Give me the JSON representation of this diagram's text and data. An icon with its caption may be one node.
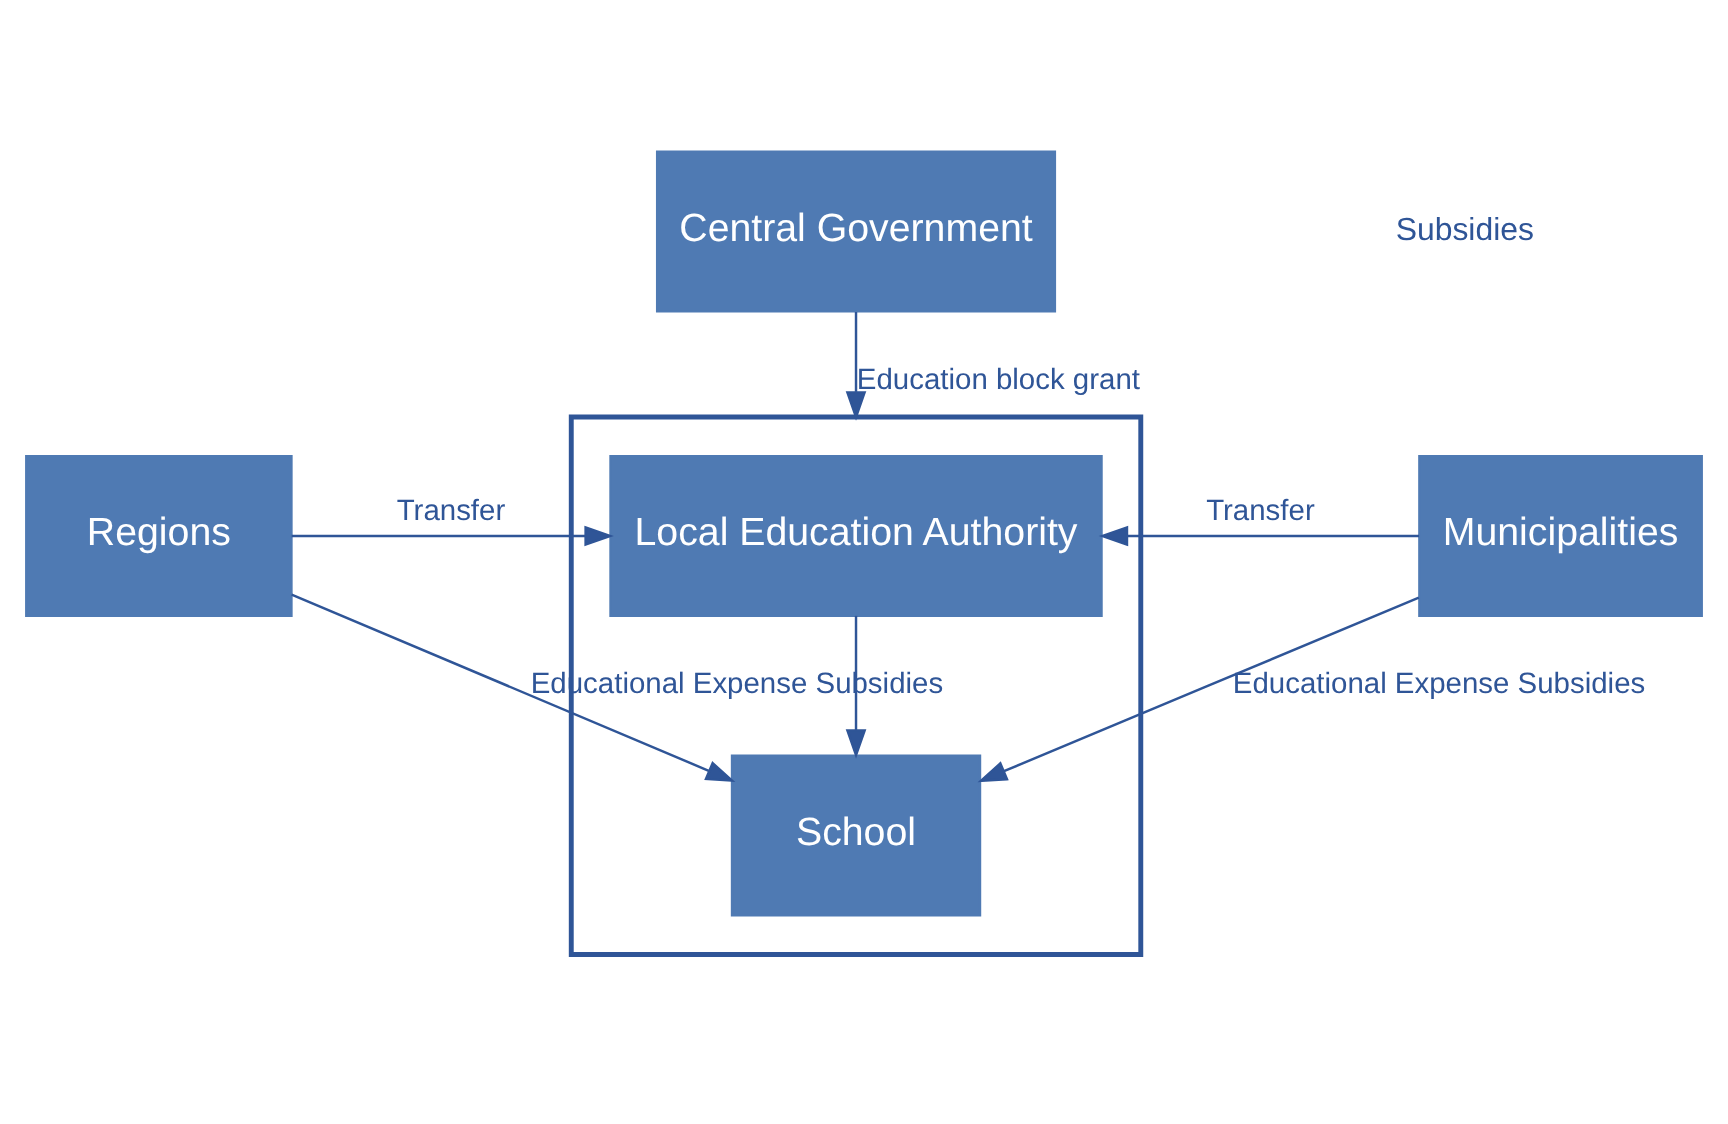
{
  "diagram": {
    "nodes": [
      {
        "text": [
          "Central Government"
        ]
      },
      {
        "text": [],
        "shape": "box"
      },
      {
        "text": [
          "Local Education Authority"
        ],
        "in": 1
      },
      {
        "text": [
          "School"
        ],
        "in": 1
      },
      {
        "text": [
          "Regions"
        ]
      },
      {
        "text": [
          "Municipalities"
        ]
      }
    ],
    "edges": [
      {
        "from": 0,
        "to": 1,
        "arrow": "to",
        "label": "Education block grant"
      },
      {
        "from": 4,
        "to": 2,
        "arrow": "to",
        "label": "Transfer"
      },
      {
        "from": 5,
        "to": 2,
        "arrow": "to",
        "label": "Transfer"
      },
      {
        "from": 2,
        "to": 3,
        "arrow": "to"
      },
      {
        "from": 4,
        "to": 3,
        "arrow": "to",
        "label": "Educational Expense Subsidies"
      },
      {
        "from": 5,
        "to": 3,
        "arrow": "to",
        "label": "Educational Expense Subsidies"
      }
    ],
    "labels": [
      "Subsidies"
    ]
  }
}
